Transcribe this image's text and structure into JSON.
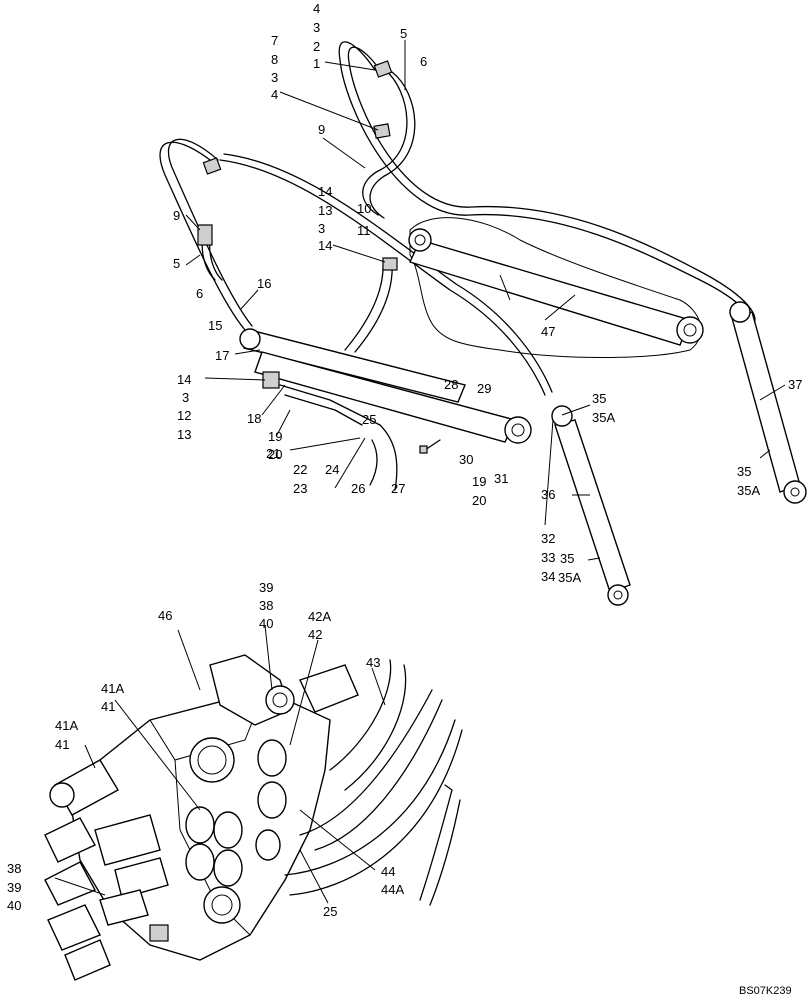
{
  "drawing_code": "BS07K239",
  "callouts": [
    "4",
    "3",
    "2",
    "1",
    "7",
    "8",
    "3",
    "4",
    "5",
    "6",
    "9",
    "14",
    "13",
    "3",
    "14",
    "10",
    "11",
    "9",
    "5",
    "6",
    "16",
    "15",
    "47",
    "17",
    "14",
    "3",
    "12",
    "13",
    "28",
    "29",
    "35",
    "35A",
    "18",
    "25",
    "19",
    "20",
    "21",
    "22",
    "23",
    "24",
    "26",
    "27",
    "30",
    "19",
    "20",
    "31",
    "37",
    "35",
    "35A",
    "36",
    "32",
    "33",
    "34",
    "35",
    "35A",
    "39",
    "38",
    "40",
    "46",
    "42A",
    "42",
    "43",
    "41A",
    "41",
    "41A",
    "41",
    "38",
    "39",
    "40",
    "44",
    "44A",
    "25"
  ]
}
